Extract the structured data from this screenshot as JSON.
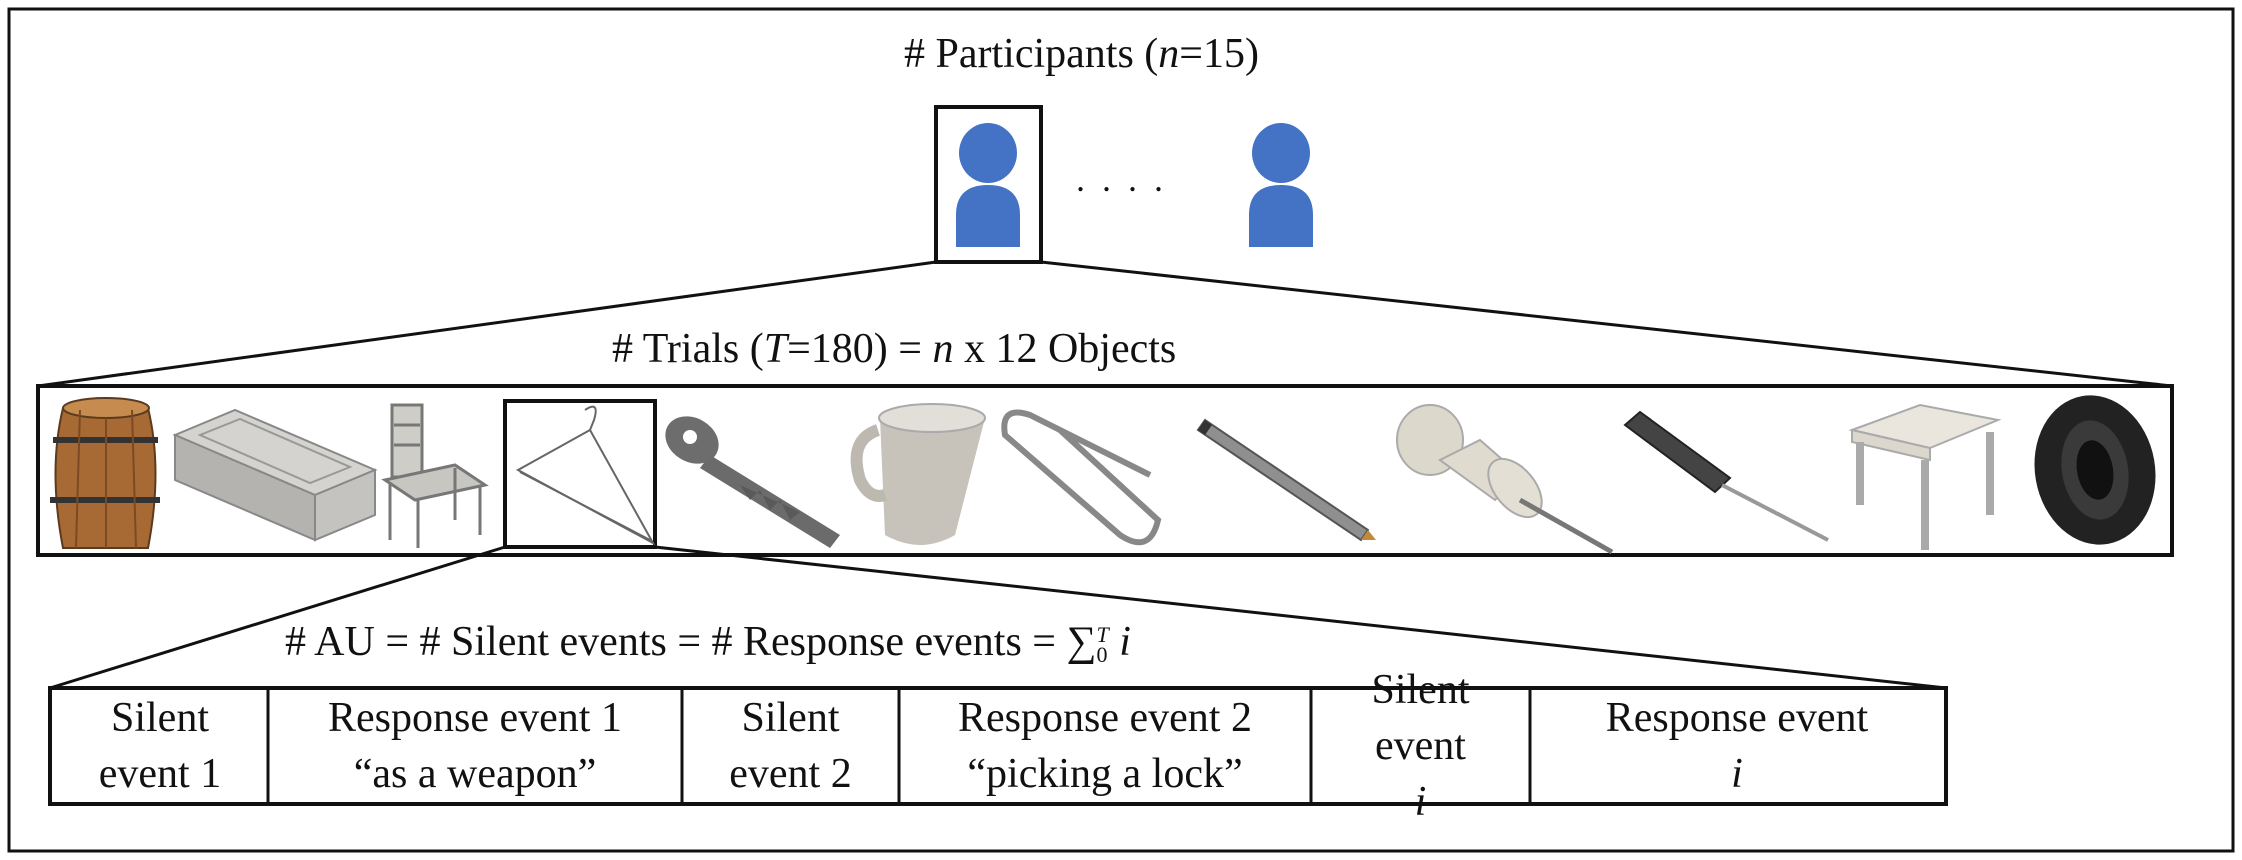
{
  "participants": {
    "title_prefix": "# Participants (",
    "n_symbol": "n",
    "title_suffix": "=15)",
    "ellipsis": ". . . .",
    "icons": [
      "person-icon",
      "person-icon"
    ],
    "icon_color": "#4472c4"
  },
  "trials": {
    "title_prefix": "# Trials (",
    "t_symbol": "T",
    "title_mid": "=180) = ",
    "n_symbol": "n",
    "title_suffix": " x 12 Objects",
    "objects": [
      "barrel-icon",
      "brick-icon",
      "chair-icon",
      "hanger-icon",
      "key-icon",
      "mug-icon",
      "paperclip-icon",
      "pencil-icon",
      "pushpin-icon",
      "screwdriver-icon",
      "table-icon",
      "tire-icon"
    ]
  },
  "events": {
    "formula_text": "# AU = # Silent events = # Response events = ",
    "sum_symbol": "∑",
    "sum_lower": "0",
    "sum_upper": "T",
    "sum_var": "i",
    "cells": [
      {
        "line1": "Silent",
        "line2": "event 1"
      },
      {
        "line1": "Response event 1",
        "line2": "“as a weapon”"
      },
      {
        "line1": "Silent",
        "line2": "event 2"
      },
      {
        "line1": "Response event 2",
        "line2": "“picking a lock”"
      },
      {
        "line1": "Silent",
        "line2": "event "
      },
      {
        "line1": "Response event "
      }
    ],
    "italic_i": "i"
  }
}
